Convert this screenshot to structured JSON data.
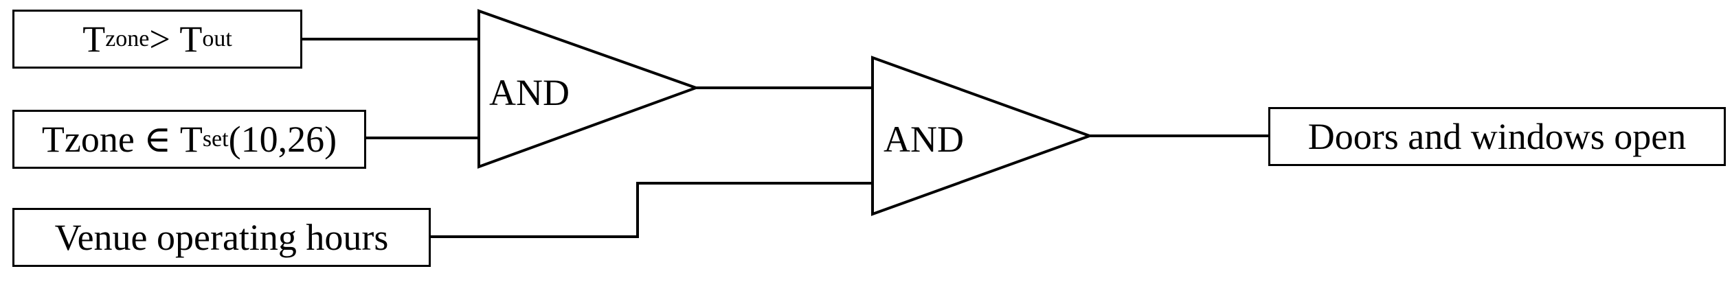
{
  "diagram": {
    "inputs": [
      {
        "id": "t-zone-gt-t-out",
        "base1": "T",
        "sub1": "zone",
        "operator": ">",
        "base2": "T",
        "sub2": "out"
      },
      {
        "id": "t-zone-in-t-set",
        "base1": "Tzone ∈ T",
        "sub1": "set",
        "rest": "(10,26)"
      },
      {
        "id": "venue-hours",
        "text": "Venue operating hours"
      }
    ],
    "gates": [
      {
        "id": "and-gate-1",
        "label": "AND"
      },
      {
        "id": "and-gate-2",
        "label": "AND"
      }
    ],
    "output": {
      "id": "doors-windows-open",
      "text": "Doors and windows open"
    },
    "colors": {
      "stroke": "#000000",
      "background": "#ffffff"
    }
  }
}
